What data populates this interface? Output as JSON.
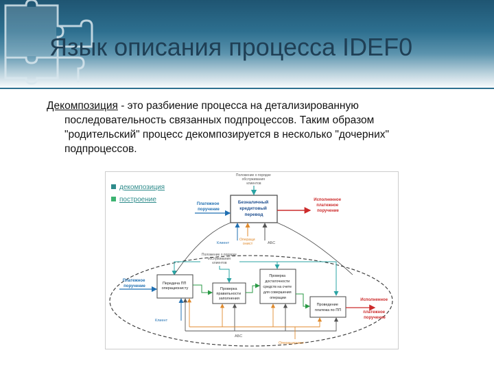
{
  "slide": {
    "title": "Язык описания процесса IDEF0",
    "term": "Декомпозиция",
    "definition_line1": " - это разбиение процесса на детализированную",
    "definition_line2": "последовательность связанных подпроцессов. Таким образом",
    "definition_line3": "\"родительский\" процесс декомпозируется в несколько \"дочерних\"",
    "definition_line4": "подпроцессов."
  },
  "legend": {
    "decomposition": "декомпозиция",
    "construction": "построение",
    "decomposition_color": "#2e8b8b",
    "construction_color": "#3cb371"
  },
  "parent": {
    "control": [
      "Положение о порядке",
      "обслуживания",
      "клиентов"
    ],
    "input": [
      "Платежное",
      "поручение"
    ],
    "box": [
      "Безналичный",
      "кредитовый",
      "перевод"
    ],
    "output": [
      "Исполненное",
      "платежное",
      "поручение"
    ],
    "mech_client": "Клиент",
    "mech_operator": [
      "Операци",
      "онист"
    ],
    "mech_abs": "АБС"
  },
  "child": {
    "control": [
      "Положение о порядке",
      "обслуживания",
      "клиентов"
    ],
    "input": [
      "Платежное",
      "поручение"
    ],
    "box1": [
      "Передача ПП",
      "операционисту"
    ],
    "box2": [
      "Проверка",
      "правильности",
      "заполнения"
    ],
    "box3": [
      "Проверка",
      "достаточности",
      "средств на счете",
      "для совершения",
      "операции"
    ],
    "box4": [
      "Проведение",
      "платежа по ПП"
    ],
    "output": [
      "Исполненное",
      "платежное",
      "поручение"
    ],
    "mech_client": "Клиент",
    "mech_abs": "АБС",
    "mech_operator": "Операционист"
  },
  "colors": {
    "accent": "#2d6f8f",
    "input_arrow": "#1f6fb2",
    "output_arrow": "#cc2b2b",
    "mechanism_arrow": "#e08a2c",
    "control_arrow": "#2aa3a3",
    "flow_arrow": "#2a9a45"
  }
}
